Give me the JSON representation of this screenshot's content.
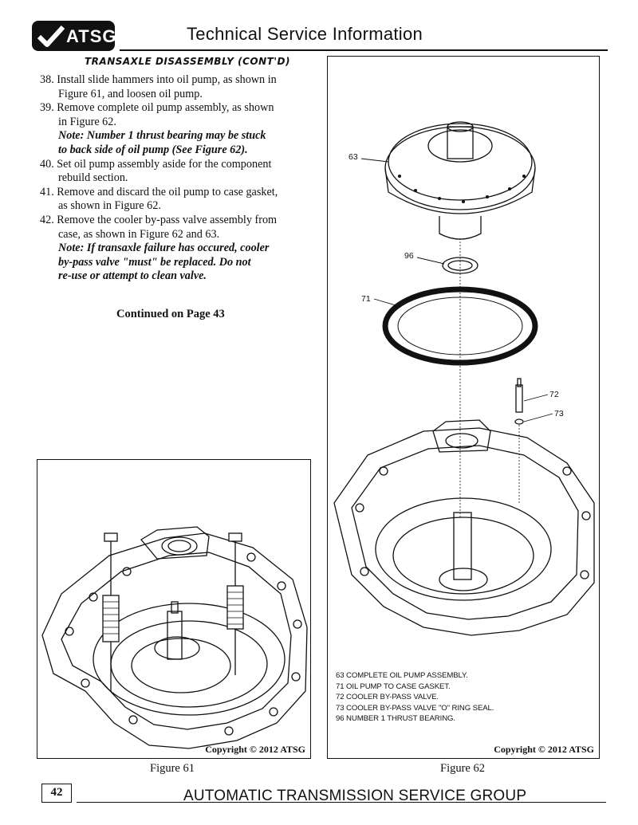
{
  "header": {
    "logo_text": "ATSG",
    "title": "Technical Service Information",
    "section": "TRANSAXLE DISASSEMBLY (CONT'D)"
  },
  "steps": [
    {
      "first": "38. Install slide hammers into oil pump, as shown in",
      "rest": [
        "Figure 61, and loosen oil pump."
      ]
    },
    {
      "first": "39. Remove complete oil pump assembly, as shown",
      "rest": [
        "in Figure 62."
      ],
      "note": [
        "Note: Number 1 thrust bearing may be stuck",
        "to back side of oil pump  (See Figure 62)."
      ]
    },
    {
      "first": "40. Set oil pump assembly aside for the component",
      "rest": [
        "rebuild section."
      ]
    },
    {
      "first": "41. Remove and discard the oil pump to case gasket,",
      "rest": [
        "as shown in Figure 62."
      ]
    },
    {
      "first": "42. Remove the cooler by-pass valve assembly from",
      "rest": [
        "case, as shown in Figure 62 and 63."
      ],
      "note": [
        "Note: If transaxle failure has occured, cooler",
        "by-pass valve \"must\" be replaced.  Do not",
        "re-use or attempt to clean valve."
      ]
    }
  ],
  "continued": "Continued on Page 43",
  "figure61": {
    "caption": "Figure 61",
    "copyright": "Copyright © 2012 ATSG"
  },
  "figure62": {
    "caption": "Figure 62",
    "copyright": "Copyright © 2012 ATSG",
    "callouts": [
      "63",
      "96",
      "71",
      "72",
      "73"
    ],
    "legend": [
      "63  COMPLETE OIL PUMP ASSEMBLY.",
      "71  OIL PUMP TO CASE GASKET.",
      "72  COOLER BY-PASS VALVE.",
      "73  COOLER BY-PASS VALVE \"O\" RING SEAL.",
      "96  NUMBER 1 THRUST BEARING."
    ]
  },
  "footer": {
    "page_number": "42",
    "title": "AUTOMATIC TRANSMISSION SERVICE GROUP"
  }
}
